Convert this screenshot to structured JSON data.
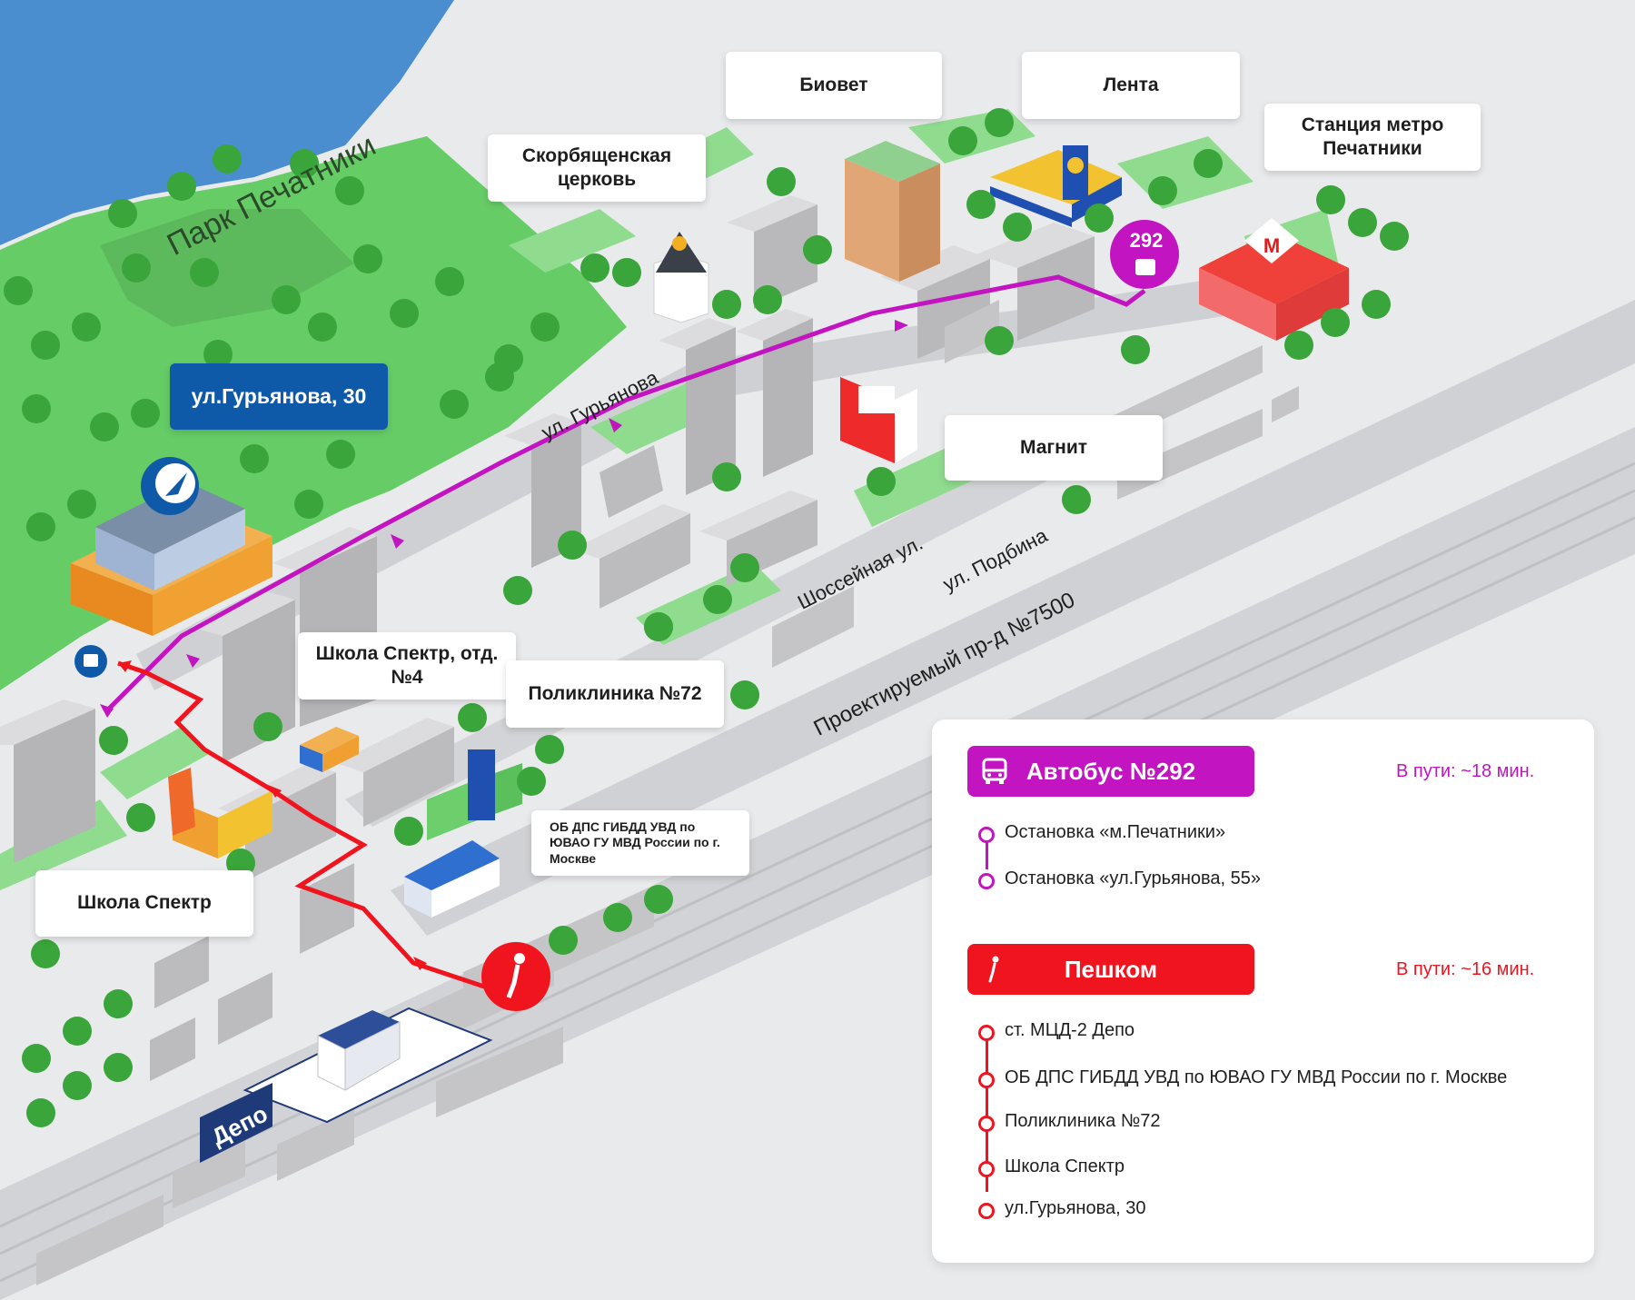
{
  "callouts": {
    "biovet": "Биовет",
    "lenta": "Лента",
    "metro": "Станция метро Печатники",
    "church": "Скорбященская церковь",
    "magnit": "Магнит",
    "address": "ул.Гурьянова, 30",
    "school4": "Школа Спектр, отд. №4",
    "clinic": "Поликлиника №72",
    "police": "ОБ ДПС ГИБДД УВД по ЮВАО ГУ МВД России по г. Москве",
    "school": "Школа Спектр"
  },
  "map_labels": {
    "park": "Парк Печатники",
    "street_guryanova": "ул. Гурьянова",
    "street_shosseynaya": "Шоссейная ул.",
    "street_podbina": "ул. Подбина",
    "street_proezd": "Проектируемый пр-д №7500",
    "station_depo": "Депо",
    "bus_number": "292",
    "metro_logo": "М"
  },
  "legend": {
    "bus": {
      "label": "Автобус №292",
      "time": "В пути: ~18 мин.",
      "color": "#c214c0",
      "icon": "bus-icon",
      "stops": [
        "Остановка «м.Печатники»",
        "Остановка «ул.Гурьянова, 55»"
      ]
    },
    "walk": {
      "label": "Пешком",
      "time": "В пути: ~16 мин.",
      "color": "#f0141e",
      "icon": "pedestrian-icon",
      "stops": [
        "ст. МЦД-2 Депо",
        "ОБ ДПС ГИБДД УВД по ЮВАО ГУ МВД России по г. Москве",
        "Поликлиника №72",
        "Школа Спектр",
        "ул.Гурьянова, 30"
      ]
    }
  },
  "colors": {
    "water": "#4a8ed0",
    "park": "#66cc66",
    "lawn": "#8fdc8f",
    "road": "#d5d6d9",
    "building": "#cdcdcf"
  }
}
